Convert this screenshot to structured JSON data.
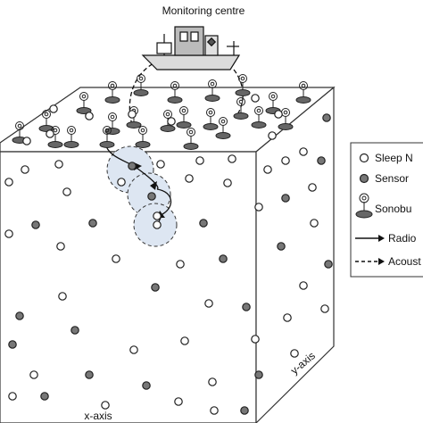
{
  "diagram": {
    "title": "Monitoring centre",
    "x_axis_label": "x-axis",
    "y_axis_label": "y-axis",
    "legend": [
      {
        "label": "Sleep N",
        "icon": "hollow-circle-icon"
      },
      {
        "label": "Sensor",
        "icon": "grey-circle-icon"
      },
      {
        "label": "Sonobu",
        "icon": "sonobuoy-icon"
      },
      {
        "label": "Radio",
        "icon": "solid-arrow-icon"
      },
      {
        "label": "Acoust",
        "icon": "dashed-arrow-icon"
      }
    ]
  },
  "colors": {
    "node_sleep_fill": "#ffffff",
    "node_sensor_fill": "#777777",
    "stroke": "#222222",
    "cluster_fill": "#dde6f2"
  }
}
